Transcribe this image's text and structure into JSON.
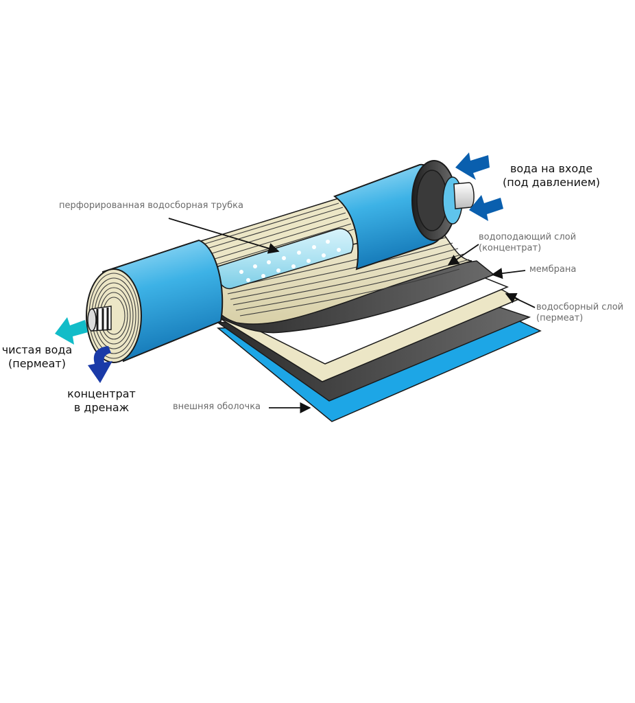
{
  "labels": {
    "inlet_line1": "вода на входе",
    "inlet_line2": "(под давлением)",
    "perforated_tube": "перфорированная водосборная трубка",
    "feed_layer_line1": "водоподающий слой",
    "feed_layer_line2": "(концентрат)",
    "membrane": "мембрана",
    "permeate_layer_line1": "водосборный слой",
    "permeate_layer_line2": "(пермеат)",
    "clean_water_line1": "чистая вода",
    "clean_water_line2": "(пермеат)",
    "concentrate_line1": "концентрат",
    "concentrate_line2": "в дренаж",
    "outer_shell": "внешняя оболочка"
  },
  "colors": {
    "shell_blue": "#29a8e0",
    "shell_light": "#8fd6f5",
    "inlet_arrow": "#0a5fae",
    "permeate_arrow": "#12bcc8",
    "concentrate_arrow": "#1a3aa8",
    "layer_beige": "#ece6c6",
    "membrane_dark": "#4a4a4a",
    "outer_sheet": "#1da6e6"
  }
}
